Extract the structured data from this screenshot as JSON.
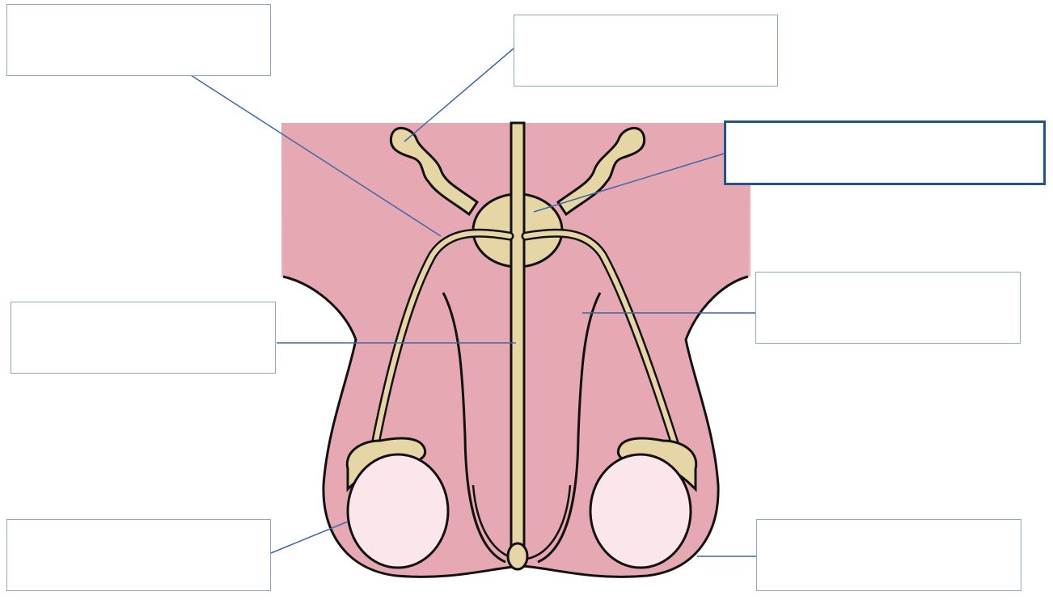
{
  "worksheet": {
    "labels": [
      {
        "id": "top-left",
        "text": ""
      },
      {
        "id": "top-right",
        "text": ""
      },
      {
        "id": "upper-right",
        "text": "",
        "selected": true
      },
      {
        "id": "middle-left",
        "text": ""
      },
      {
        "id": "middle-right",
        "text": ""
      },
      {
        "id": "bottom-left",
        "text": ""
      },
      {
        "id": "bottom-right",
        "text": ""
      }
    ]
  },
  "colors": {
    "background_tissue": "#e8b5bf",
    "scrotum_fill": "#e6a9b3",
    "duct_fill": "#e6d5a5",
    "testis_fill": "#fbe6ec",
    "outline": "#111111",
    "leader_line": "#3f66a8",
    "box_border": "#8aa6cf",
    "box_selected_border": "#24528f"
  }
}
